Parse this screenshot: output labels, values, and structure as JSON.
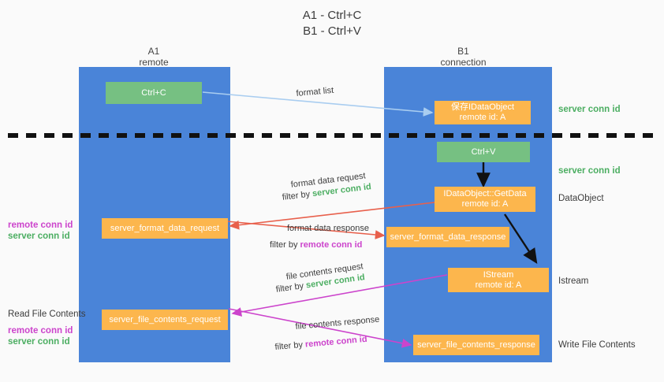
{
  "title": {
    "line1": "A1 - Ctrl+C",
    "line2": "B1 - Ctrl+V"
  },
  "colors": {
    "lane": "#4a84d8",
    "green_box": "#76c082",
    "orange_box": "#fcb64d",
    "server_conn_id": "#4cae62",
    "remote_conn_id": "#cc44cc",
    "format_list_arrow": "#a9cdf0",
    "format_data_arrow": "#e8604c",
    "file_contents_arrow": "#cc44cc",
    "black_arrow": "#111111",
    "background": "#fafafa"
  },
  "columns": [
    {
      "name": "A1",
      "sub": "remote"
    },
    {
      "name": "B1",
      "sub": "connection"
    }
  ],
  "nodes": {
    "ctrl_c": {
      "line1": "Ctrl+C"
    },
    "save_idataobject": {
      "line1": "保存IDataObject",
      "line2": "remote id: A"
    },
    "ctrl_v": {
      "line1": "Ctrl+V"
    },
    "getdata": {
      "line1": "IDataObject::GetData",
      "line2": "remote id: A"
    },
    "server_format_data_request": {
      "line1": "server_format_data_request"
    },
    "server_format_data_response": {
      "line1": "server_format_data_response"
    },
    "istream": {
      "line1": "IStream",
      "line2": "remote id: A"
    },
    "server_file_contents_request": {
      "line1": "server_file_contents_request"
    },
    "server_file_contents_response": {
      "line1": "server_file_contents_response"
    }
  },
  "right_labels": {
    "server_conn_id_top": "server conn id",
    "server_conn_id_mid": "server conn id",
    "dataobject": "DataObject",
    "istream": "Istream",
    "write_file_contents": "Write File Contents"
  },
  "left_labels": {
    "remote_conn_id_1": "remote conn id",
    "server_conn_id_1": "server conn id",
    "read_file_contents": "Read File Contents",
    "remote_conn_id_2": "remote conn id",
    "server_conn_id_2": "server conn id"
  },
  "edge_labels": {
    "format_list": "format list",
    "format_data_request": "format data request",
    "format_data_request_filter_prefix": "filter by ",
    "format_data_request_filter_key": "server conn id",
    "format_data_response": "format data response",
    "format_data_response_filter_prefix": "filter by ",
    "format_data_response_filter_key": "remote conn id",
    "file_contents_request": "file contents request",
    "file_contents_request_filter_prefix": "filter by ",
    "file_contents_request_filter_key": "server conn id",
    "file_contents_response": "file contents response",
    "file_contents_response_filter_prefix": "filter by ",
    "file_contents_response_filter_key": "remote conn id"
  }
}
